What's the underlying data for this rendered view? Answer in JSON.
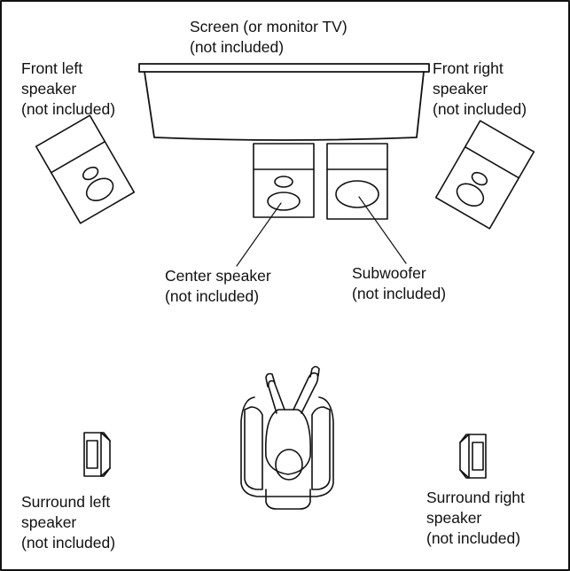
{
  "colors": {
    "ink": "#111111",
    "background": "#ffffff"
  },
  "labels": {
    "screen": {
      "line1": "Screen (or monitor TV)",
      "line2": "(not included)"
    },
    "front_left": {
      "line1": "Front left",
      "line2": "speaker",
      "line3": "(not included)"
    },
    "front_right": {
      "line1": "Front right",
      "line2": "speaker",
      "line3": "(not included)"
    },
    "center": {
      "line1": "Center speaker",
      "line2": "(not included)"
    },
    "subwoofer": {
      "line1": "Subwoofer",
      "line2": "(not included)"
    },
    "surround_left": {
      "line1": "Surround left",
      "line2": "speaker",
      "line3": "(not included)"
    },
    "surround_right": {
      "line1": "Surround right",
      "line2": "speaker",
      "line3": "(not included)"
    }
  },
  "icons": {
    "screen": "screen-icon",
    "front_left": "front-left-speaker-icon",
    "front_right": "front-right-speaker-icon",
    "center": "center-speaker-icon",
    "subwoofer": "subwoofer-icon",
    "surround_left": "surround-left-speaker-icon",
    "surround_right": "surround-right-speaker-icon",
    "listener": "listener-in-chair-icon"
  }
}
